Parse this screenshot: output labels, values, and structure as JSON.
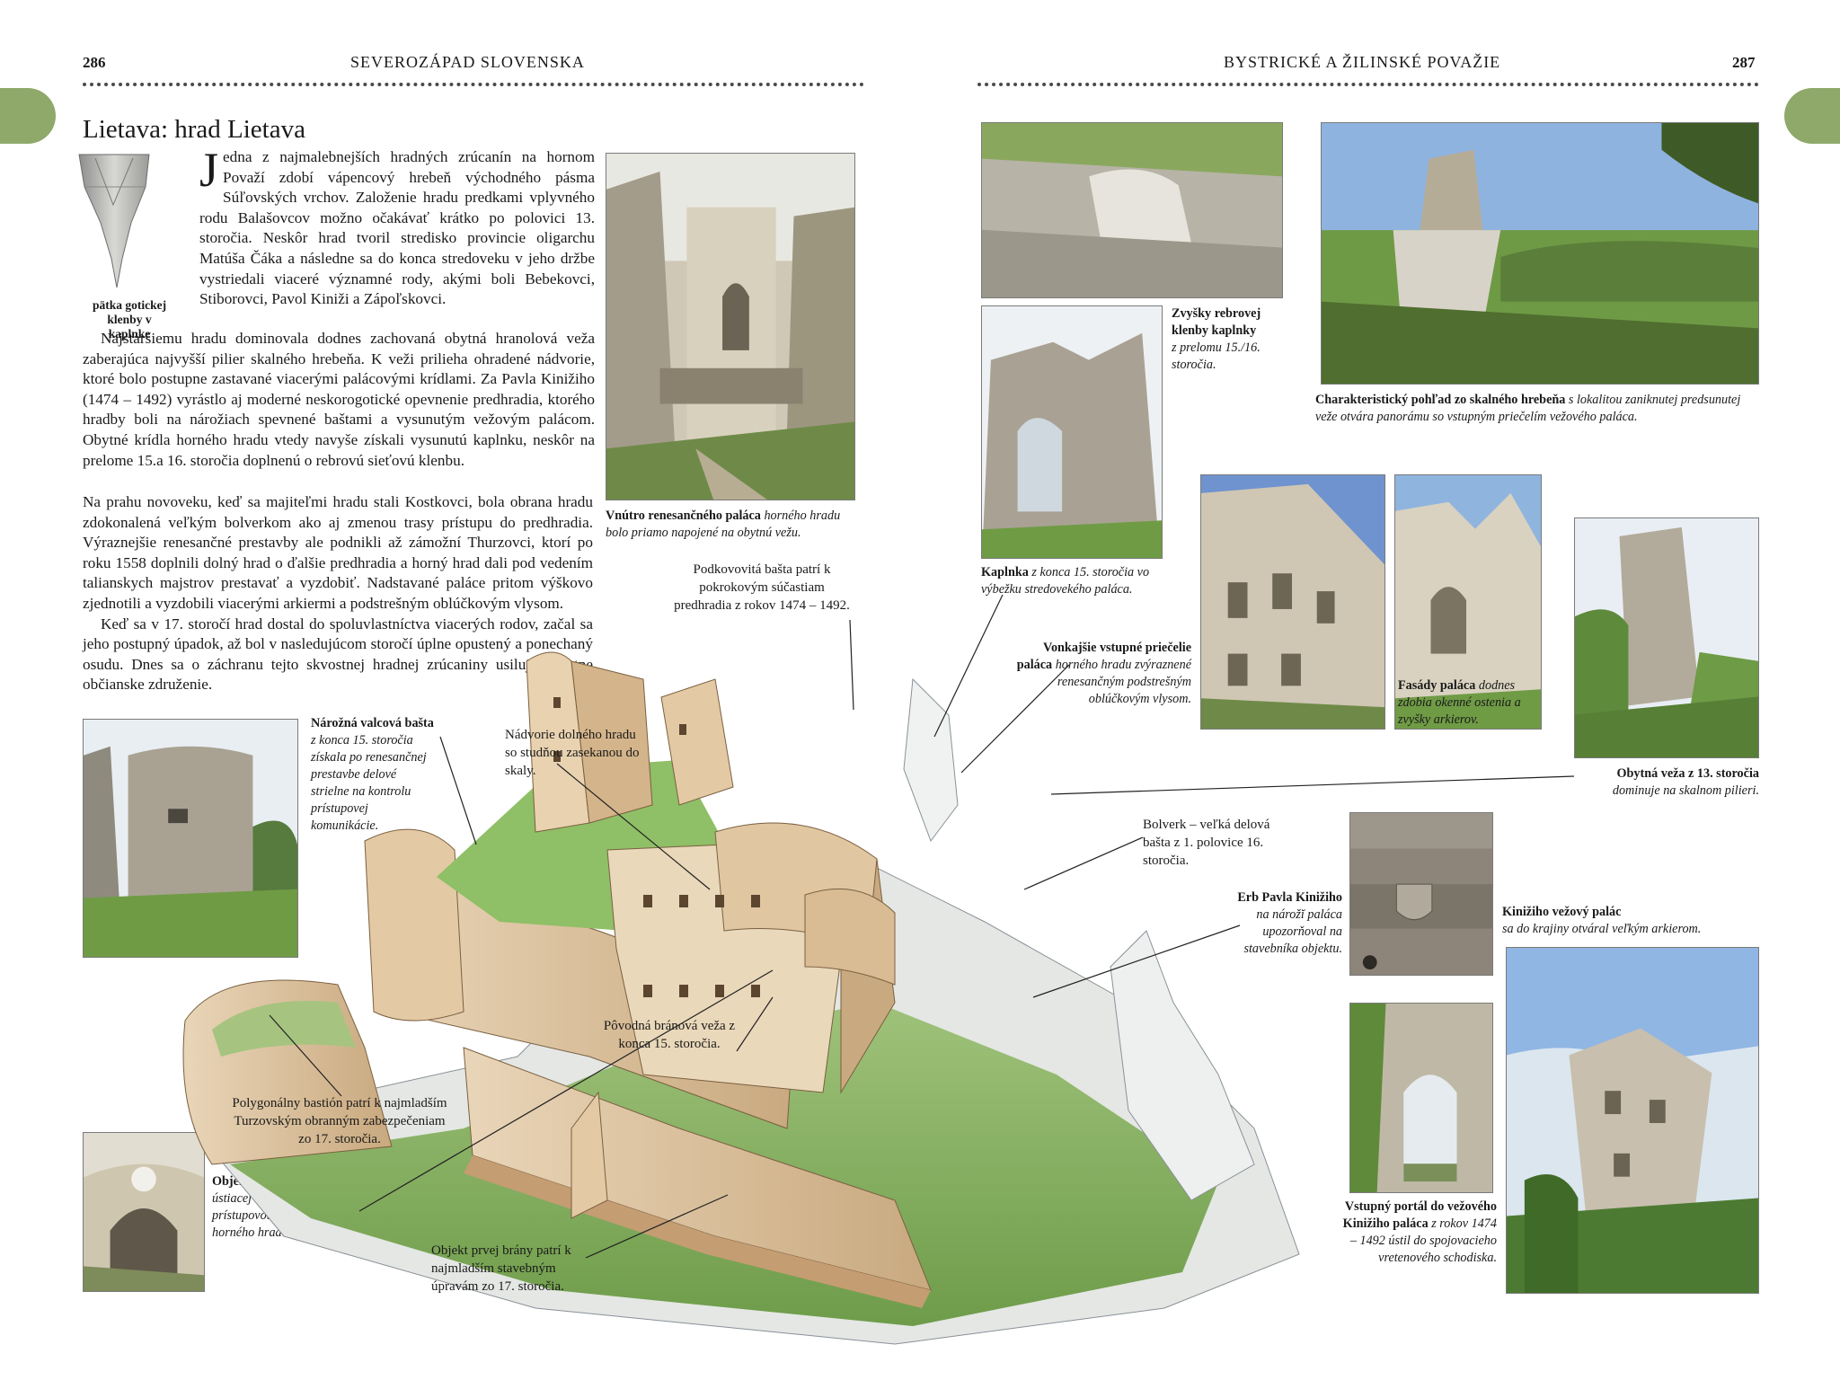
{
  "header": {
    "left_page_number": "286",
    "left_running_head": "SEVEROZÁPAD SLOVENSKA",
    "right_running_head": "BYSTRICKÉ A ŽILINSKÉ POVAŽIE",
    "right_page_number": "287"
  },
  "article": {
    "title": "Lietava: hrad Lietava",
    "dropcap": "J",
    "paragraphs": [
      "edna z najmalebnejších hradných zrúcanín na hornom Považí zdobí vápencový hrebeň východného pásma Súľovských vrchov. Založenie hradu predkami vplyvného rodu Balašovcov možno očakávať krátko po polovici 13. storočia. Neskôr hrad tvoril stredisko provincie oligarchu Matúša Čáka a následne sa do konca stredoveku v jeho držbe vystriedali viaceré významné rody, akými boli Bebekovci, Stiborovci, Pavol Kiniži a Zápoľskovci.",
      "Najstaršiemu hradu dominovala dodnes zachovaná obytná hranolová veža zaberajúca najvyšší pilier skalného hrebeňa. K veži prilieha ohradené nádvorie, ktoré bolo postupne zastavané viacerými palácovými krídlami. Za Pavla Kinižiho (1474 – 1492) vyrástlo aj moderné neskorogotické opevnenie predhradia, ktorého hradby boli na nárožiach spevnené baštami a vysunutým vežovým palácom. Obytné krídla horného hradu vtedy navyše získali vysunutú kaplnku, neskôr na prelome 15.a 16. storočia doplnenú o rebrovú sieťovú klenbu.",
      "Na prahu novoveku, keď sa majiteľmi hradu stali Kostkovci, bola obrana hradu zdokonalená veľkým bolverkom ako aj zmenou trasy prístupu do predhradia. Výraznejšie renesančné prestavby ale podnikli až zámožní Thurzovci, ktorí po roku 1558 doplnili dolný hrad o ďalšie predhradia a horný hrad dali pod vedením talianskych majstrov prestavať a vyzdobiť. Nadstavané paláce pritom výškovo zjednotili a vyzdobili viacerými arkiermi a podstrešným oblúčkovým vlysom.",
      "Keď sa v 17. storočí hrad dostal do spoluvlastníctva viacerých rodov, začal sa jeho postupný úpadok, až bol v nasledujúcom storočí úplne opustený a ponechaný osudu. Dnes sa o záchranu tejto skvostnej hradnej zrúcaniny usiluje miestne občianske združenie."
    ]
  },
  "captions": {
    "patka": "pätka gotickej klenby v kaplnke",
    "interior_bold": "Vnútro renesančného paláca",
    "interior_italic": "horného hradu bolo priamo napojené na obytnú vežu.",
    "valcova_bold": "Nárožná valcová bašta",
    "valcova_italic": "z konca 15. storočia získala po renesančnej prestavbe delové strielne na kontrolu prístupovej komunikácie.",
    "brana_bold": "Objekt brány",
    "brana_italic": "z roku 1538 ústiacej do úzkeho koridoru s prístupovou komunikáciou do horného hradu.",
    "rebrove_bold": "Zvyšky rebrovej klenby kaplnky",
    "rebrove_italic": "z prelomu 15./16. storočia.",
    "panorama_bold": "Charakteristický pohľad zo skalného hrebeňa",
    "panorama_italic": "s lokalitou zaniknutej predsunutej veže otvára panorámu so vstupným priečelím vežového paláca.",
    "kaplnka_bold": "Kaplnka",
    "kaplnka_italic": "z konca 15. storočia vo výbežku stredovekého paláca.",
    "vonkajsie_bold": "Vonkajšie vstupné priečelie paláca",
    "vonkajsie_italic": "horného hradu zvýraznené renesančným podstrešným oblúčkovým vlysom.",
    "fasady_bold": "Fasády paláca",
    "fasady_italic": "dodnes zdobia okenné ostenia a zvyšky arkierov.",
    "obytna_bold": "Obytná veža z 13. storočia",
    "obytna_italic": "dominuje na skalnom pilieri.",
    "erb_bold": "Erb Pavla Kinižiho",
    "erb_italic": "na nárožĭ paláca upozorňoval na stavebníka objektu.",
    "kinizi_bold": "Kinižiho vežový palác",
    "kinizi_italic": "sa do krajiny otváral veľkým arkierom.",
    "portal_bold": "Vstupný portál do vežového Kinižiho paláca",
    "portal_italic": "z rokov 1474 – 1492 ústil do spojovacieho vretenového schodiska."
  },
  "labels": {
    "podkovovita": "Podkovovitá bašta patrí k pokrokovým súčastiam predhradia z rokov 1474 – 1492.",
    "nadvorie": "Nádvorie dolného hradu so studňou zasekanou do skaly.",
    "bolverk": "Bolverk – veľká delová bašta z 1. polovice 16. storočia.",
    "povodna": "Pôvodná bránová veža z konca 15. storočia.",
    "polygonalny": "Polygonálny bastión patrí k najmladším Turzovským obranným zabezpečeniam zo 17. storočia.",
    "prvej_brany": "Objekt prvej brány patrí k najmladším stavebným úpravám zo 17. storočia."
  },
  "colors": {
    "tab": "#8fa96b"
  }
}
